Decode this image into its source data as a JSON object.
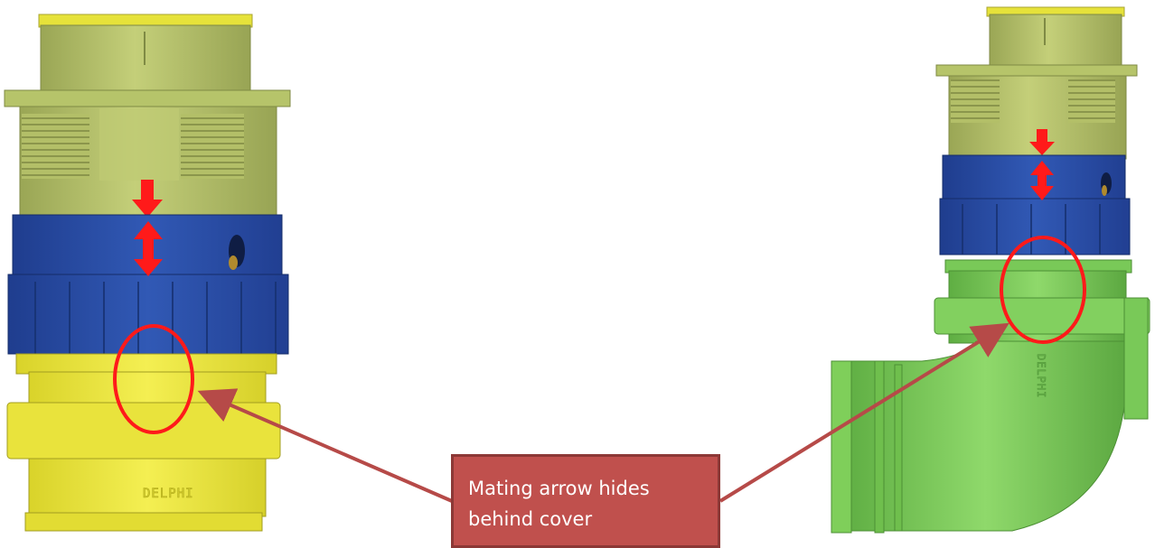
{
  "callout": {
    "text": "Mating arrow hides behind cover"
  },
  "left_connector": {
    "brand_mark": "DELPHI"
  },
  "right_connector": {
    "brand_mark": "DELPHI"
  },
  "colors": {
    "olive_body": "#b6c46a",
    "olive_shadow": "#8f9a4e",
    "blue_ring": "#2b4fa8",
    "blue_shadow": "#1d3a86",
    "yellow_cover": "#efe93a",
    "yellow_shadow": "#c9c21f",
    "green_elbow": "#7fcf5a",
    "green_shadow": "#5aa83f",
    "arrow_red": "#ff1a1a",
    "callout_fill": "#c0504d",
    "callout_border": "#8c3836",
    "pointer": "#b64a48"
  }
}
